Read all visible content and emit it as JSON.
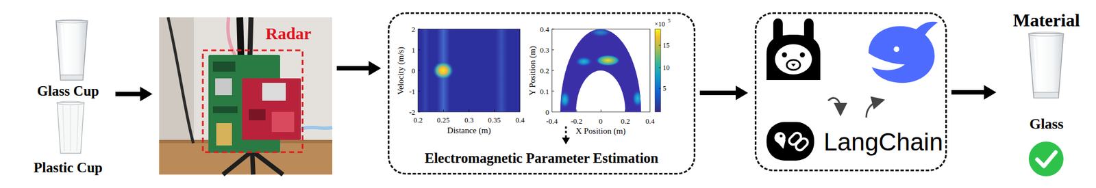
{
  "diagram": {
    "nodes": [
      {
        "text": [
          "Glass Cup",
          "Plastic Cup"
        ]
      },
      {
        "text": [
          "Radar"
        ]
      },
      {
        "text": [
          "Electromagnetic Parameter Estimation"
        ]
      },
      {
        "text": [
          "LangChain"
        ]
      },
      {
        "text": [
          "Material",
          "Glass"
        ]
      }
    ],
    "edges": [
      {
        "from": 0,
        "to": 1,
        "arrow": "to"
      },
      {
        "from": 1,
        "to": 2,
        "arrow": "to"
      },
      {
        "from": 2,
        "to": 3,
        "arrow": "to"
      },
      {
        "from": 3,
        "to": 4,
        "arrow": "to"
      }
    ],
    "labels": [
      "Velocity (m/s)",
      "2",
      "1",
      "0",
      "-1",
      "-2",
      "0.2",
      "0.25",
      "0.3",
      "0.35",
      "0.4",
      "Distance (m)",
      "Y Position (m)",
      "0.4",
      "0.3",
      "0.2",
      "0.1",
      "0",
      "-0.4",
      "-0.2",
      "0",
      "0.2",
      "0.4",
      "X Position (m)",
      "×10",
      "5",
      "15",
      "10",
      "5"
    ]
  }
}
